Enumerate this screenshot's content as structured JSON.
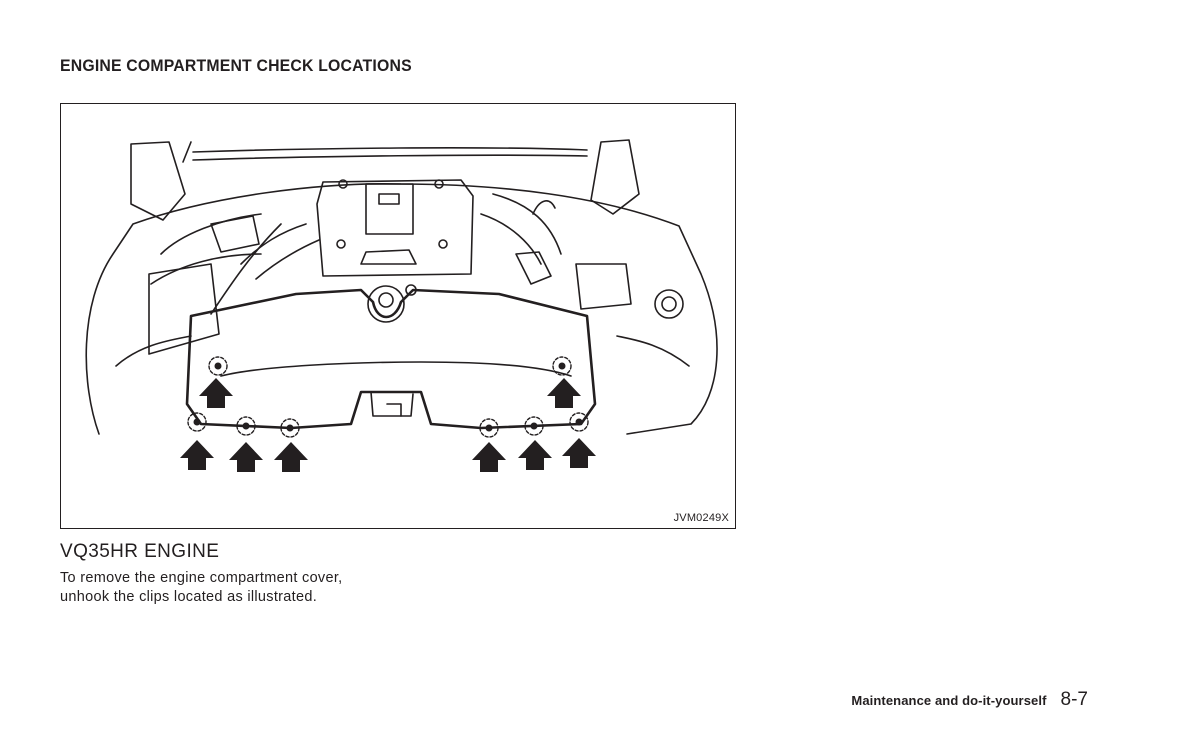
{
  "section": {
    "title": "ENGINE COMPARTMENT CHECK LOCATIONS"
  },
  "figure": {
    "code": "JVM0249X"
  },
  "content": {
    "heading": "VQ35HR ENGINE",
    "lines": [
      "To remove the engine compartment cover,",
      "unhook the clips located as illustrated."
    ]
  },
  "footer": {
    "section_name": "Maintenance and do-it-yourself",
    "page_number": "8-7"
  }
}
